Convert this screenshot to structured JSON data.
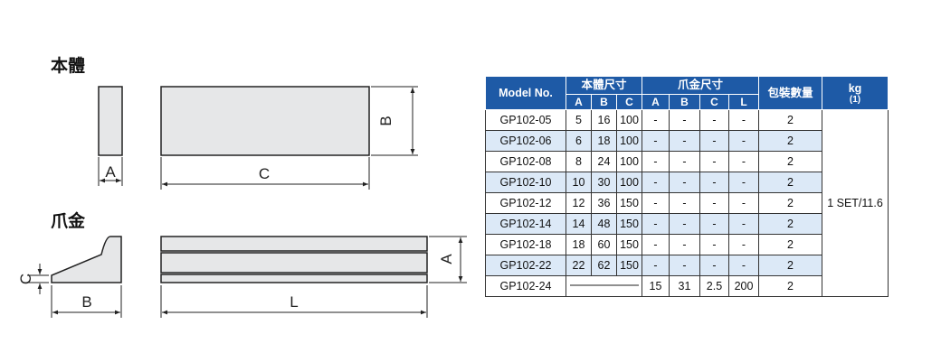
{
  "sections": {
    "body_title": "本體",
    "jaw_title": "爪金"
  },
  "dims": {
    "body_a": "A",
    "body_b": "B",
    "body_c": "C",
    "jaw_c": "C",
    "jaw_b": "B",
    "jaw_a": "A",
    "jaw_l": "L"
  },
  "table": {
    "header": {
      "model": "Model No.",
      "body_group": "本體尺寸",
      "jaw_group": "爪金尺寸",
      "qty": "包裝數量",
      "weight": "kg",
      "weight_note": "(1)",
      "body_cols": [
        "A",
        "B",
        "C"
      ],
      "jaw_cols": [
        "A",
        "B",
        "C",
        "L"
      ]
    },
    "rows": [
      {
        "model": "GP102-05",
        "a": "5",
        "b": "16",
        "c": "100",
        "ja": "-",
        "jb": "-",
        "jc": "-",
        "jl": "-",
        "qty": "2"
      },
      {
        "model": "GP102-06",
        "a": "6",
        "b": "18",
        "c": "100",
        "ja": "-",
        "jb": "-",
        "jc": "-",
        "jl": "-",
        "qty": "2"
      },
      {
        "model": "GP102-08",
        "a": "8",
        "b": "24",
        "c": "100",
        "ja": "-",
        "jb": "-",
        "jc": "-",
        "jl": "-",
        "qty": "2"
      },
      {
        "model": "GP102-10",
        "a": "10",
        "b": "30",
        "c": "100",
        "ja": "-",
        "jb": "-",
        "jc": "-",
        "jl": "-",
        "qty": "2"
      },
      {
        "model": "GP102-12",
        "a": "12",
        "b": "36",
        "c": "150",
        "ja": "-",
        "jb": "-",
        "jc": "-",
        "jl": "-",
        "qty": "2"
      },
      {
        "model": "GP102-14",
        "a": "14",
        "b": "48",
        "c": "150",
        "ja": "-",
        "jb": "-",
        "jc": "-",
        "jl": "-",
        "qty": "2"
      },
      {
        "model": "GP102-18",
        "a": "18",
        "b": "60",
        "c": "150",
        "ja": "-",
        "jb": "-",
        "jc": "-",
        "jl": "-",
        "qty": "2"
      },
      {
        "model": "GP102-22",
        "a": "22",
        "b": "62",
        "c": "150",
        "ja": "-",
        "jb": "-",
        "jc": "-",
        "jl": "-",
        "qty": "2"
      }
    ],
    "last_row": {
      "model": "GP102-24",
      "ja": "15",
      "jb": "31",
      "jc": "2.5",
      "jl": "200",
      "qty": "2"
    },
    "weight_value": "1 SET/11.6"
  },
  "colors": {
    "header_blue": "#1e5aa6",
    "row_alt": "#dce9f7",
    "part_fill": "#e6e7e8"
  }
}
